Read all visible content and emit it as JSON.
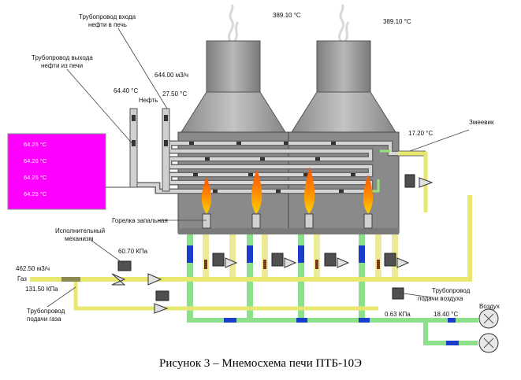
{
  "labels": {
    "inlet_pipe": [
      "Трубопровод входа",
      "нефти в печь"
    ],
    "outlet_pipe": [
      "Трубопровод выхода",
      "нефти из печи"
    ],
    "oil": "Нефть",
    "coil": "Змеевик",
    "pilot_burner": "Горелка запальная",
    "actuator": [
      "Исполнительный",
      "механизм"
    ],
    "gas": "Газ",
    "gas_pipe": [
      "Трубопровод",
      "подачи газа"
    ],
    "air_pipe": [
      "Трубопровод",
      "подачи воздуха"
    ],
    "air": "Воздух"
  },
  "readings": {
    "stack_temp_1": "389.10 °C",
    "stack_temp_2": "389.10 °C",
    "oil_flow": "644.00 м3/ч",
    "oil_in_temp": "27.50 °C",
    "oil_out_temp": "64.40 °C",
    "coil_temp": "17.20 °C",
    "actuator_pressure": "60.70 КПа",
    "gas_flow": "462.50 м3/ч",
    "gas_pressure": "131.50 КПа",
    "air_pressure": "0.63 КПа",
    "air_temp": "18.40 °C"
  },
  "panel_temps": [
    "64.25 °C",
    "64.26 °C",
    "64.25 °C",
    "64.25 °C"
  ],
  "caption": "Рисунок 3 – Мнемосхема печи ПТБ-10Э",
  "colors": {
    "panel": "#ff00ff",
    "gas_pipe": "#e8e870",
    "air_pipe": "#8ce08c",
    "burner_pipe": "#ecec98",
    "marker": "#1c3ccc",
    "flame": "#ff9a00",
    "furnace": "#8c8c8c",
    "chimney": "#a0a0a0"
  }
}
